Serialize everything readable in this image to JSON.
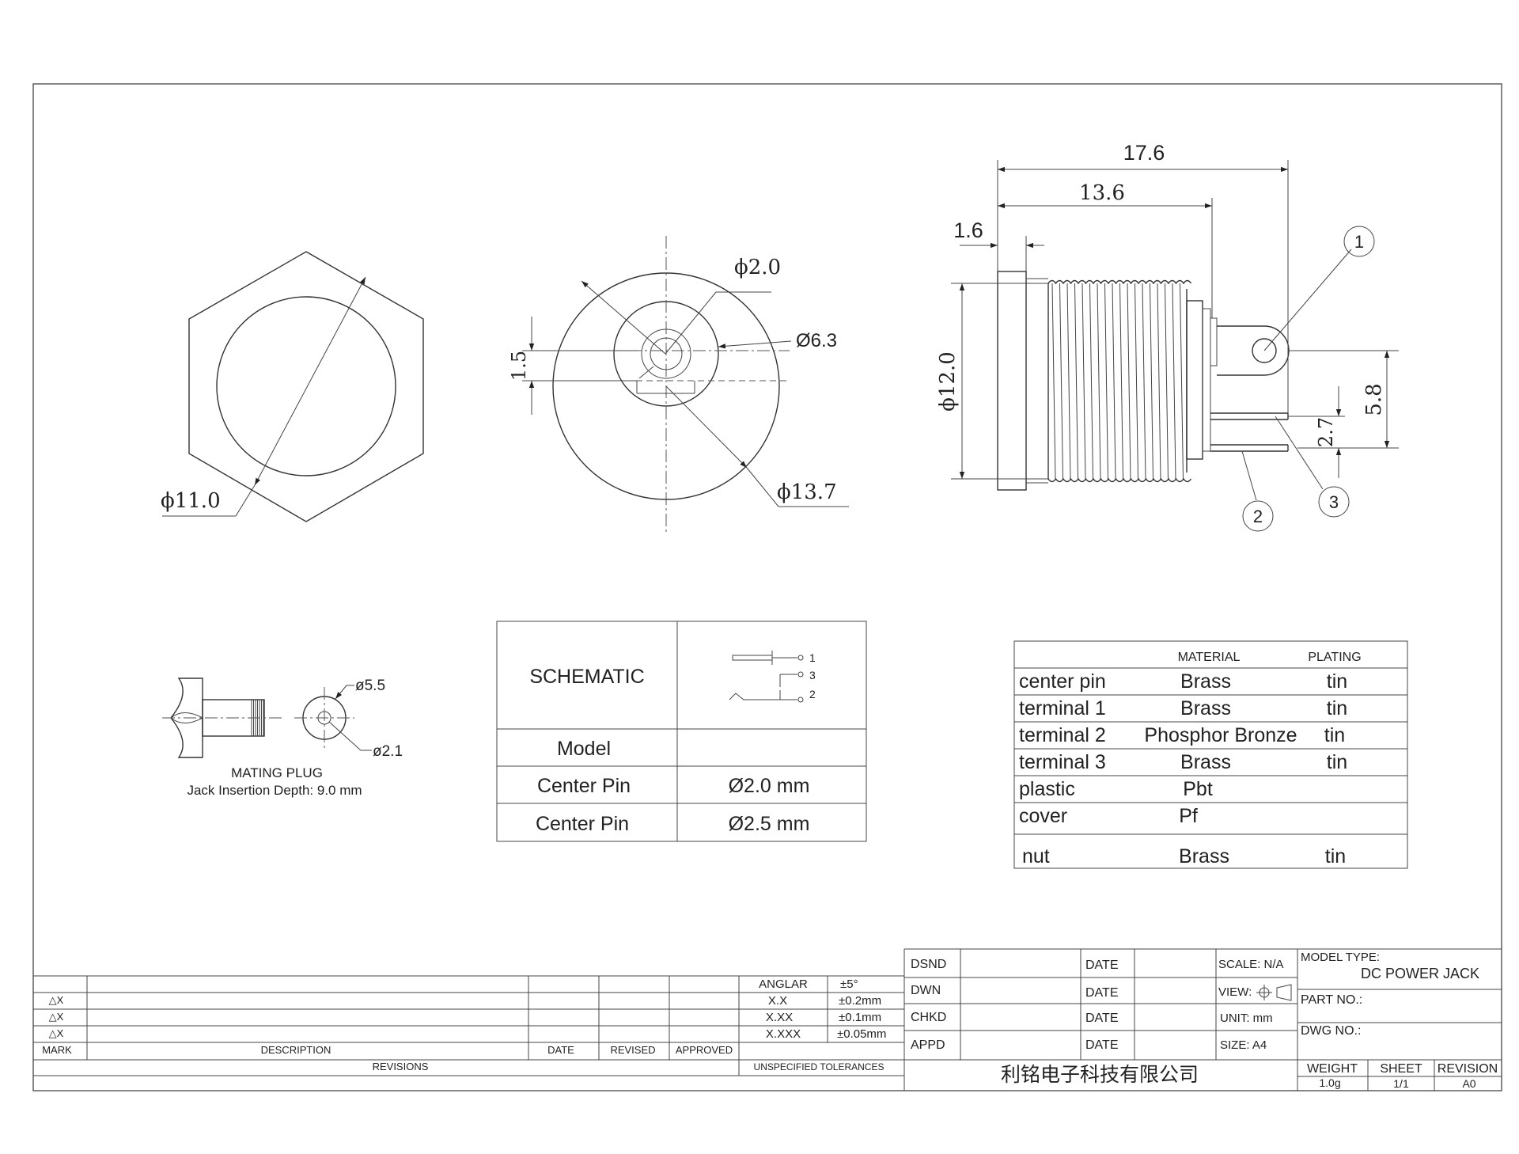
{
  "drawing": {
    "hex_view": {
      "dim_diameter": "ϕ11.0"
    },
    "front_view": {
      "dim_pin": "ϕ2.0",
      "dim_inner": "Ø6.3",
      "dim_outer": "ϕ13.7",
      "dim_offset": "1.5"
    },
    "side_view": {
      "dim_overall": "17.6",
      "dim_body": "13.6",
      "dim_flange": "1.6",
      "dim_thread": "ϕ12.0",
      "dim_pin_pitch": "5.8",
      "dim_pin_gap": "2.7",
      "callout_1": "1",
      "callout_2": "2",
      "callout_3": "3"
    },
    "plug": {
      "dim_outer": "ø5.5",
      "dim_inner": "ø2.1",
      "title": "MATING PLUG",
      "note": "Jack Insertion Depth: 9.0 mm"
    }
  },
  "spec_table": {
    "schematic_label": "SCHEMATIC",
    "schematic_pins": [
      "1",
      "3",
      "2"
    ],
    "rows": [
      {
        "label": "Model",
        "value": ""
      },
      {
        "label": "Center Pin",
        "value": "Ø2.0 mm"
      },
      {
        "label": "Center Pin",
        "value": "Ø2.5 mm"
      }
    ]
  },
  "material_table": {
    "headers": [
      "MATERIAL",
      "PLATING"
    ],
    "rows": [
      {
        "part": "center pin",
        "material": "Brass",
        "plating": "tin"
      },
      {
        "part": "terminal 1",
        "material": "Brass",
        "plating": "tin"
      },
      {
        "part": "terminal 2",
        "material": "Phosphor Bronze",
        "plating": "tin"
      },
      {
        "part": "terminal 3",
        "material": "Brass",
        "plating": "tin"
      },
      {
        "part": "plastic",
        "material": "Pbt",
        "plating": ""
      },
      {
        "part": "cover",
        "material": "Pf",
        "plating": ""
      },
      {
        "part": "nut",
        "material": "Brass",
        "plating": "tin"
      }
    ]
  },
  "revisions": {
    "marks": [
      "△X",
      "△X",
      "△X"
    ],
    "col_mark": "MARK",
    "col_description": "DESCRIPTION",
    "col_date": "DATE",
    "col_revised": "REVISED",
    "col_approved": "APPROVED",
    "caption": "REVISIONS"
  },
  "tolerances": {
    "rows": [
      {
        "label": "ANGLAR",
        "value": "±5°"
      },
      {
        "label": "X.X",
        "value": "±0.2mm"
      },
      {
        "label": "X.XX",
        "value": "±0.1mm"
      },
      {
        "label": "X.XXX",
        "value": "±0.05mm"
      }
    ],
    "caption": "UNSPECIFIED TOLERANCES"
  },
  "title_block": {
    "roles": [
      "DSND",
      "DWN",
      "CHKD",
      "APPD"
    ],
    "date_label": "DATE",
    "scale": "SCALE: N/A",
    "view": "VIEW:",
    "unit": "UNIT: mm",
    "size": "SIZE: A4",
    "model_type_label": "MODEL TYPE:",
    "model_type": "DC POWER JACK",
    "part_no_label": "PART NO.:",
    "dwg_no_label": "DWG NO.:",
    "company": "利铭电子科技有限公司",
    "weight_label": "WEIGHT",
    "weight": "1.0g",
    "sheet_label": "SHEET",
    "sheet": "1/1",
    "revision_label": "REVISION",
    "revision": "A0"
  }
}
